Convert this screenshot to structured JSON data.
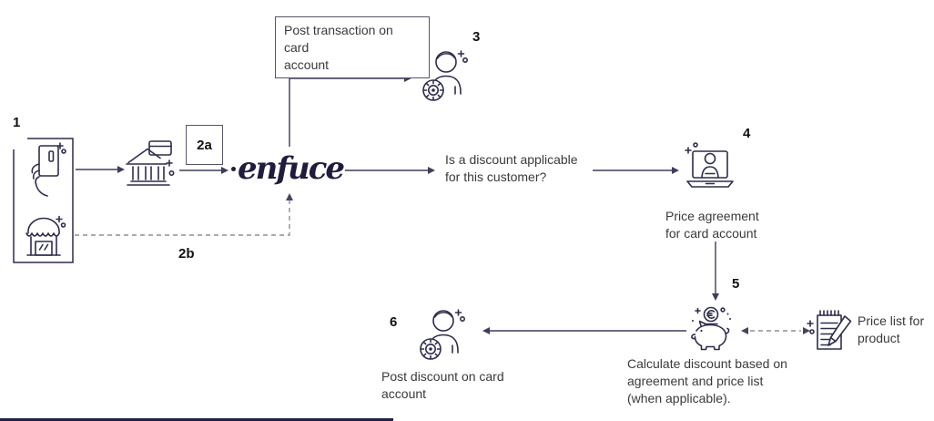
{
  "colors": {
    "line": "#3d3d5c",
    "dash": "#8e8e9a",
    "dash_head": "#45455f",
    "icon": "#2e2d4d",
    "logo": "#201c3d",
    "text": "#3a3a3a",
    "number": "#111111",
    "box_border": "#55556a",
    "footer_bar": "#23204a"
  },
  "logo": {
    "wordmark": "enfuce"
  },
  "numbers": {
    "step1": "1",
    "step2a": "2a",
    "step2b": "2b",
    "step3": "3",
    "step4": "4",
    "step5": "5",
    "step6": "6"
  },
  "texts": {
    "post_transaction": "Post transaction on card\naccount",
    "discount_question": "Is a discount applicable\nfor this customer?",
    "price_agreement": "Price agreement\nfor card account",
    "price_list": "Price list for\nproduct",
    "calculate_discount": "Calculate discount based on\nagreement and price list\n(when applicable).",
    "post_discount": "Post discount on card\naccount"
  },
  "icons": {
    "customer": "hand-holding-card-icon",
    "merchant": "storefront-icon",
    "acquirer": "bank-icon",
    "step3": "person-gear-icon",
    "step4": "laptop-person-icon",
    "step5": "piggy-bank-coin-icon",
    "price_list": "notepad-pencil-icon",
    "step6": "person-gear-icon"
  }
}
